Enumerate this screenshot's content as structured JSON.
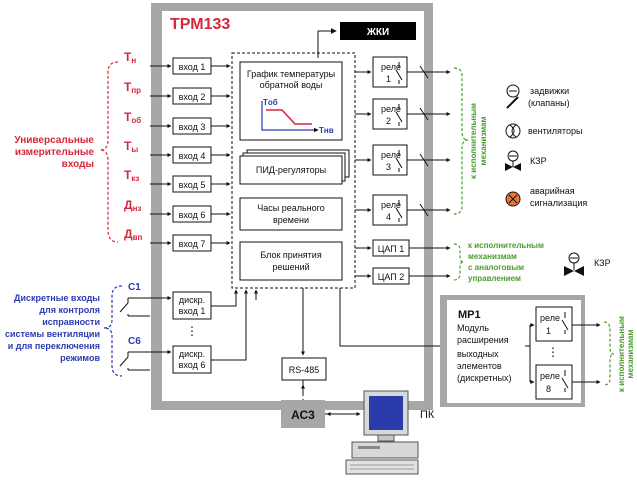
{
  "device": {
    "title": "ТРМ133",
    "top_output": "ЖКИ",
    "inputs": [
      "вход 1",
      "вход 2",
      "вход 3",
      "вход 4",
      "вход 5",
      "вход 6",
      "вход 7"
    ],
    "sensors": [
      {
        "main": "T",
        "sub": "н"
      },
      {
        "main": "T",
        "sub": "пр"
      },
      {
        "main": "T",
        "sub": "об"
      },
      {
        "main": "T",
        "sub": "ы"
      },
      {
        "main": "T",
        "sub": "кз"
      },
      {
        "main": "Д",
        "sub": "нз"
      },
      {
        "main": "Д",
        "sub": "вп"
      }
    ],
    "universal_inputs_label": [
      "Универсальные",
      "измерительные",
      "входы"
    ],
    "discrete_inputs": {
      "first_label": "С1",
      "last_label": "С6",
      "first_box": [
        "дискр.",
        "вход 1"
      ],
      "last_box": [
        "дискр.",
        "вход 6"
      ],
      "ellipsis": "⋮",
      "caption": [
        "Дискретные входы",
        "для контроля",
        "исправности",
        "системы вентиляции",
        "и для переключения",
        "режимов"
      ]
    },
    "blocks": {
      "graph_title": [
        "График температуры",
        "обратной воды"
      ],
      "graph_y": "Tоб",
      "graph_x": "Tнв",
      "pid": "ПИД-регуляторы",
      "clock": [
        "Часы реального",
        "времени"
      ],
      "decision": [
        "Блок принятия",
        "решений"
      ]
    },
    "relays": [
      {
        "label": "реле",
        "num": "1"
      },
      {
        "label": "реле",
        "num": "2"
      },
      {
        "label": "реле",
        "num": "3"
      },
      {
        "label": "реле",
        "num": "4"
      }
    ],
    "dacs": [
      "ЦАП 1",
      "ЦАП 2"
    ],
    "rs485": "RS-485"
  },
  "executors": {
    "relay_caption": [
      "к исполнительным",
      "механизмам"
    ],
    "items": [
      {
        "icon": "valve-open-icon",
        "text": [
          "задвижки",
          "(клапаны)"
        ]
      },
      {
        "icon": "fan-icon",
        "text": [
          "вентиляторы"
        ]
      },
      {
        "icon": "kzr-valve-icon",
        "text": [
          "КЗР"
        ]
      },
      {
        "icon": "alarm-icon",
        "text": [
          "аварийная",
          "сигнализация"
        ]
      }
    ],
    "dac_caption": [
      "к исполнительным",
      "механизмам",
      "с аналоговым",
      "управлением"
    ],
    "dac_item": "КЗР"
  },
  "mr1": {
    "title": "МР1",
    "desc": [
      "Модуль",
      "расширения",
      "выходных",
      "элементов",
      "(дискретных)"
    ],
    "relays": [
      {
        "label": "реле",
        "num": "1"
      },
      {
        "label": "реле",
        "num": "8"
      }
    ],
    "ellipsis": "⋮",
    "caption": [
      "к исполнительным",
      "механизмам"
    ]
  },
  "bottom": {
    "converter": "АС3",
    "pc": "ПК"
  }
}
